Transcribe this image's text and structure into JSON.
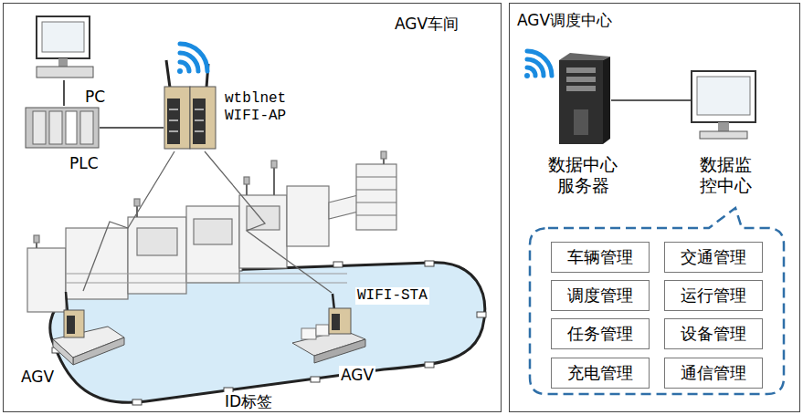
{
  "diagram": {
    "nodes": [
      {
        "text": [
          "AGV车间"
        ]
      },
      {
        "text": [
          "PC"
        ],
        "in": 0
      },
      {
        "text": [
          "PLC"
        ],
        "in": 0
      },
      {
        "text": [
          "wtblnet WIFI-AP"
        ],
        "in": 0
      },
      {
        "text": [
          "AGV"
        ],
        "in": 0
      },
      {
        "text": [
          "WIFI-STA",
          "AGV"
        ],
        "in": 0
      },
      {
        "text": [
          "AGV调度中心"
        ]
      },
      {
        "text": [
          "数据中心 服务器"
        ],
        "in": 6
      },
      {
        "text": [
          "数据监 控中心"
        ],
        "in": 6
      },
      {
        "text": [
          "车辆管理"
        ],
        "in": 6
      },
      {
        "text": [
          "交通管理"
        ],
        "in": 6
      },
      {
        "text": [
          "调度管理"
        ],
        "in": 6
      },
      {
        "text": [
          "运行管理"
        ],
        "in": 6
      },
      {
        "text": [
          "任务管理"
        ],
        "in": 6
      },
      {
        "text": [
          "设备管理"
        ],
        "in": 6
      },
      {
        "text": [
          "充电管理"
        ],
        "in": 6
      },
      {
        "text": [
          "通信管理"
        ],
        "in": 6
      }
    ],
    "edges": [
      {
        "from": 1,
        "to": 2,
        "arrow": "none"
      },
      {
        "from": 2,
        "to": 3,
        "arrow": "none"
      },
      {
        "from": 3,
        "to": 4,
        "arrow": "none"
      },
      {
        "from": 3,
        "to": 5,
        "arrow": "none"
      },
      {
        "from": 7,
        "to": 8,
        "arrow": "none"
      }
    ],
    "labels": [
      "ID标签"
    ]
  }
}
